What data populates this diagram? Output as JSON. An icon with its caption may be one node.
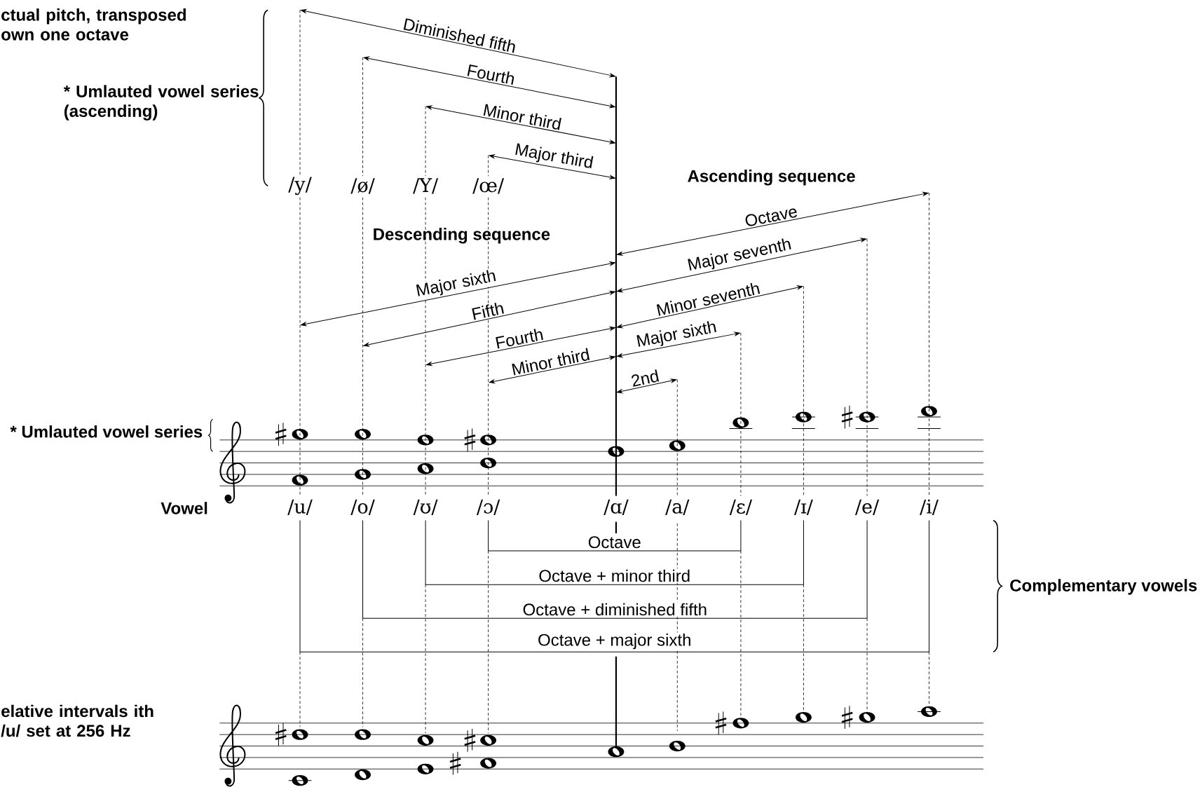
{
  "diagram": {
    "labels": [
      "ctual pitch, transposed own one octave",
      "Diminished fifth",
      "* Umlauted vowel series (ascending)",
      "Fourth",
      "Minor third",
      "Major third",
      "Ascending sequence",
      "/y/",
      "/ø/",
      "/Y/",
      "/œ/",
      "Octave",
      "Descending sequence",
      "Major seventh",
      "Major sixth",
      "Minor seventh",
      "Fifth",
      "Fourth",
      "Major sixth",
      "Minor third",
      "2nd",
      "* Umlauted vowel series",
      "Vowel",
      "/u/",
      "/o/",
      "/ʊ/",
      "/ɔ/",
      "/ɑ/",
      "/a/",
      "/ɛ/",
      "/ɪ/",
      "/e/",
      "/i/",
      "Octave",
      "Octave + minor third",
      "Complementary vowels",
      "Octave + diminished fifth",
      "Octave + major sixth",
      "elative intervals ith /u/ set at 256 Hz"
    ]
  }
}
